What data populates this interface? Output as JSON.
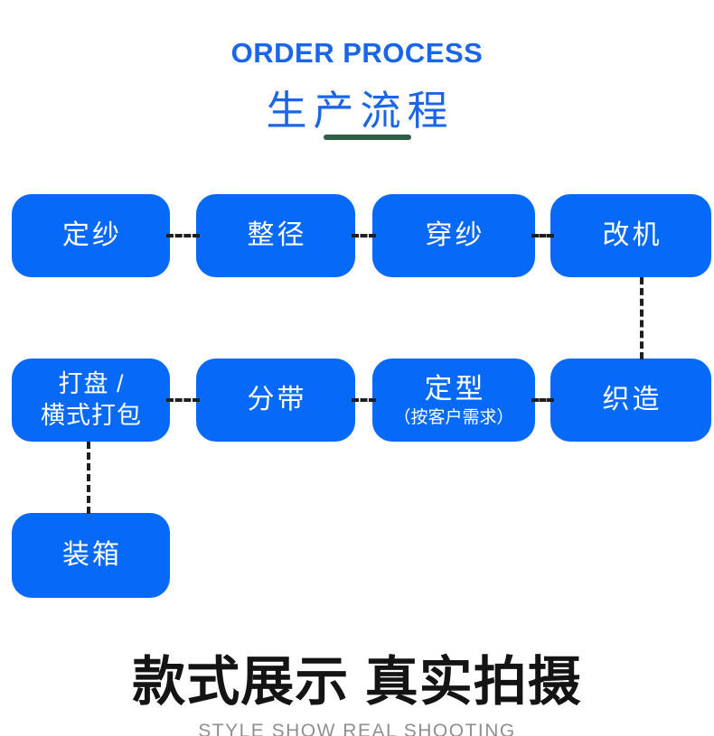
{
  "header": {
    "title_en": "ORDER PROCESS",
    "title_zh": "生产流程"
  },
  "flow": {
    "steps": {
      "dingsha": "定纱",
      "zhengjing": "整径",
      "chuansha": "穿纱",
      "gaiji": "改机",
      "dapan_line1": "打盘 /",
      "dapan_line2": "横式打包",
      "fendai": "分带",
      "dingxing": "定型",
      "dingxing_sub": "（按客户需求）",
      "zhizao": "织造",
      "zhuangxiang": "装箱"
    }
  },
  "footer": {
    "title_zh": "款式展示 真实拍摄",
    "title_en": "STYLE SHOW REAL SHOOTING"
  },
  "colors": {
    "box_blue": "#0769f8",
    "title_blue": "#1a65e8",
    "underline_green": "#2f5d46",
    "connector_black": "#1f1f1f",
    "footer_black": "#141414",
    "footer_gray": "#8f8f8f"
  }
}
